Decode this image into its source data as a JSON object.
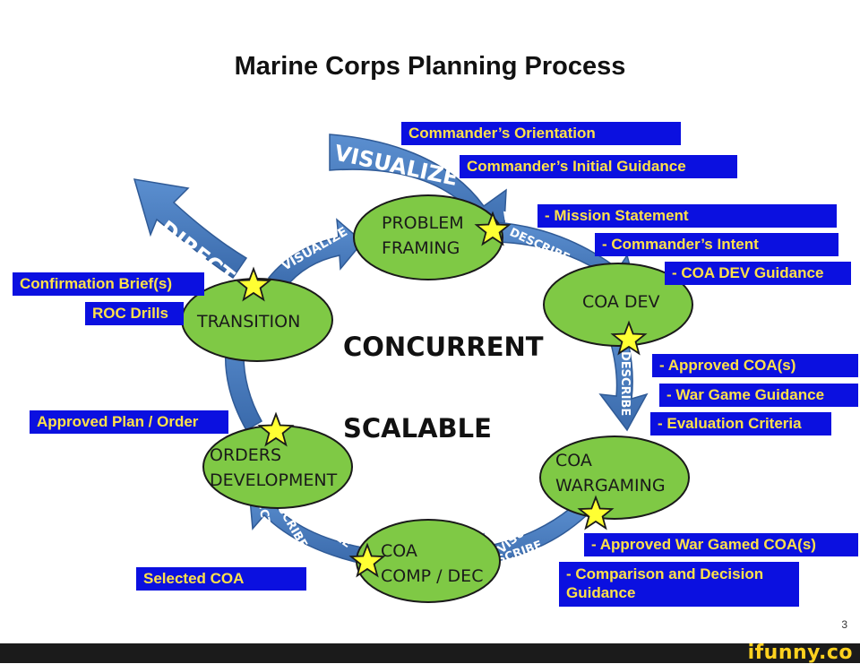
{
  "title": "Marine Corps Planning Process",
  "center": {
    "line1": "CONCURRENT",
    "line2": "SCALABLE"
  },
  "nodes": {
    "problem_framing": [
      "PROBLEM",
      "FRAMING"
    ],
    "coa_dev": [
      "COA DEV"
    ],
    "coa_wargaming": [
      "COA",
      "WARGAMING"
    ],
    "coa_comp_dec": [
      "COA",
      "COMP / DEC"
    ],
    "orders_development": [
      "ORDERS",
      "DEVELOPMENT"
    ],
    "transition": [
      "TRANSITION"
    ]
  },
  "outer_arrows": {
    "visualize": "VISUALIZE",
    "direct": "DIRECT"
  },
  "cycle_words": {
    "visualize": "VISUALIZE",
    "describe": "DESCRIBE",
    "direct": "DIRECT"
  },
  "boxes": {
    "commanders_orientation": "Commander’s Orientation",
    "commanders_initial_guidance": "Commander’s Initial Guidance",
    "mission_statement": "- Mission Statement",
    "commanders_intent": "- Commander’s Intent",
    "coa_dev_guidance": "- COA DEV Guidance",
    "approved_coas": "- Approved COA(s)",
    "war_game_guidance": "- War Game Guidance",
    "evaluation_criteria": "- Evaluation Criteria",
    "approved_war_gamed_coas": "- Approved War Gamed COA(s)",
    "comparison_decision": "- Comparison and Decision Guidance",
    "selected_coa": "Selected COA",
    "approved_plan_order": "Approved Plan / Order",
    "confirmation_briefs": "Confirmation Brief(s)",
    "roc_drills": "ROC Drills"
  },
  "page_number": "3",
  "watermark": "ifunny.co",
  "colors": {
    "box_fill": "#0b10e0",
    "box_text": "#ffe14a",
    "node_fill": "#7fc945",
    "arrow_fill": "#4a7fc0",
    "star_fill": "#ffff33"
  }
}
